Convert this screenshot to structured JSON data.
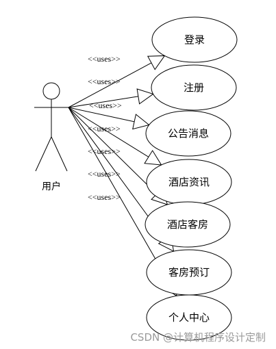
{
  "actor": {
    "name": "用户"
  },
  "relationship_label": "<<uses>>",
  "use_cases": [
    {
      "label": "登录"
    },
    {
      "label": "注册"
    },
    {
      "label": "公告消息"
    },
    {
      "label": "酒店资讯"
    },
    {
      "label": "酒店客房"
    },
    {
      "label": "客房预订"
    },
    {
      "label": "个人中心"
    }
  ],
  "watermark": "CSDN @计算机程序设计定制",
  "colors": {
    "line": "#000000",
    "background": "#ffffff",
    "watermark": "#9a9a9a"
  }
}
